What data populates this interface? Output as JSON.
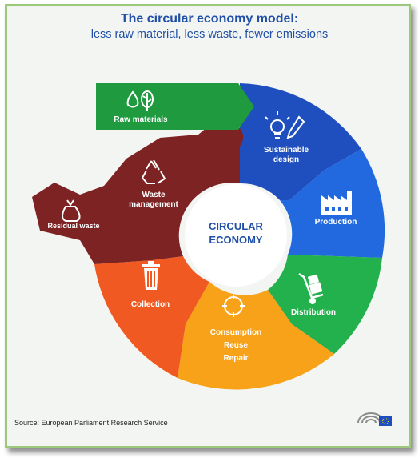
{
  "header": {
    "title": "The circular economy model:",
    "subtitle": "less raw material, less waste, fewer emissions"
  },
  "center": {
    "line1": "CIRCULAR",
    "line2": "ECONOMY"
  },
  "stages": {
    "raw_materials": {
      "label": "Raw materials",
      "color": "#1f9a3f",
      "icon": "leaf-drop-icon"
    },
    "sustainable_design": {
      "line1": "Sustainable",
      "line2": "design",
      "color": "#1f4fbf",
      "icon": "lightbulb-pencil-icon"
    },
    "production": {
      "label": "Production",
      "color": "#2268df",
      "icon": "factory-icon"
    },
    "distribution": {
      "label": "Distribution",
      "color": "#22b14c",
      "icon": "hand-truck-icon"
    },
    "consumption": {
      "line1": "Consumption",
      "line2": "Reuse",
      "line3": "Repair",
      "color": "#f7a219",
      "icon": "circular-arrows-icon"
    },
    "collection": {
      "label": "Collection",
      "color": "#f05a22",
      "icon": "trash-bin-icon"
    },
    "waste_management": {
      "line1": "Waste",
      "line2": "management",
      "color": "#7d2324",
      "icon": "recycle-icon"
    },
    "residual_waste": {
      "label": "Residual waste",
      "color": "#7d2324",
      "icon": "garbage-bag-icon"
    }
  },
  "footer": {
    "source": "Source: European Parliament Research Service"
  }
}
